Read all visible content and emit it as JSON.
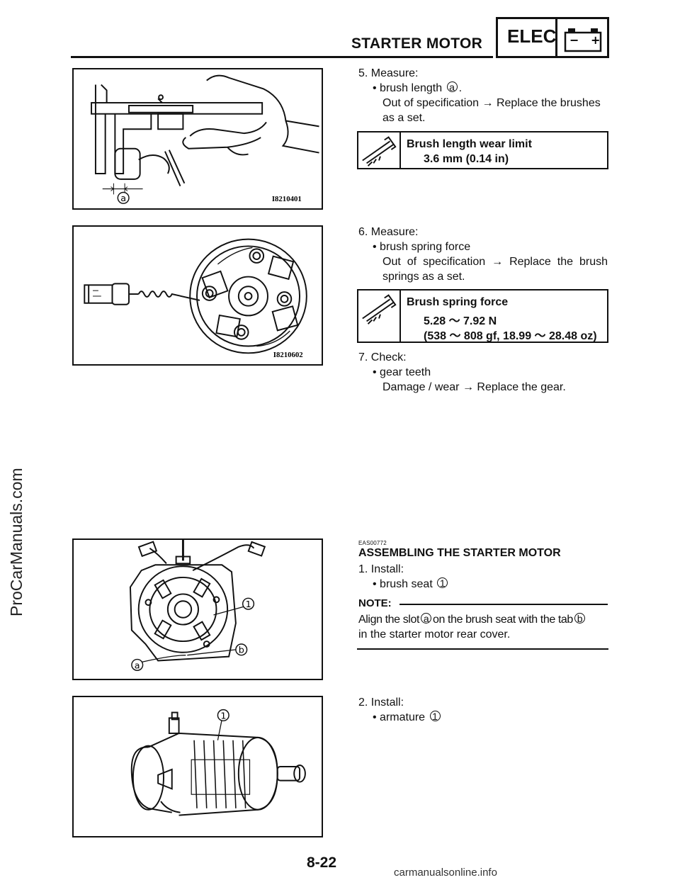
{
  "header": {
    "title": "STARTER MOTOR",
    "section_label": "ELEC",
    "battery_minus": "−",
    "battery_plus": "+"
  },
  "side_watermark": "ProCarManuals.com",
  "figures": [
    {
      "code": "I8210401",
      "callout": "a"
    },
    {
      "code": "I8210602"
    },
    {
      "callouts": [
        "1",
        "a",
        "b"
      ]
    },
    {
      "callouts": [
        "1"
      ]
    }
  ],
  "steps": {
    "s5": {
      "heading": "5. Measure:",
      "item_prefix": "brush length",
      "item_ref": "a",
      "item_suffix": ".",
      "result_line1": "Out of specification → Replace the brushes",
      "result_line2": "as a set."
    },
    "spec1": {
      "title": "Brush length wear limit",
      "value": "3.6 mm (0.14 in)"
    },
    "s6": {
      "heading": "6. Measure:",
      "item": "brush spring force",
      "result": "Out of specification → Replace the brush springs as a set."
    },
    "spec2": {
      "title": "Brush spring force",
      "value1": "5.28 ～ 7.92 N",
      "value2": "(538 ～ 808 gf, 18.99 ～ 28.48 oz)"
    },
    "s7": {
      "heading": "7. Check:",
      "item": "gear teeth",
      "result": "Damage / wear → Replace the gear."
    }
  },
  "assembly": {
    "code": "EAS00772",
    "title": "ASSEMBLING THE STARTER MOTOR",
    "step1": {
      "heading": "1. Install:",
      "item": "brush seat",
      "item_ref": "1"
    },
    "note": {
      "label": "NOTE:",
      "part1": "Align the slot",
      "ref_a": "a",
      "part2": "on the brush seat with the tab",
      "ref_b": "b",
      "part3": "in the starter motor rear cover."
    },
    "step2": {
      "heading": "2. Install:",
      "item": "armature",
      "item_ref": "1"
    }
  },
  "footer": {
    "page_number": "8-22",
    "watermark": "carmanualsonline.info"
  }
}
